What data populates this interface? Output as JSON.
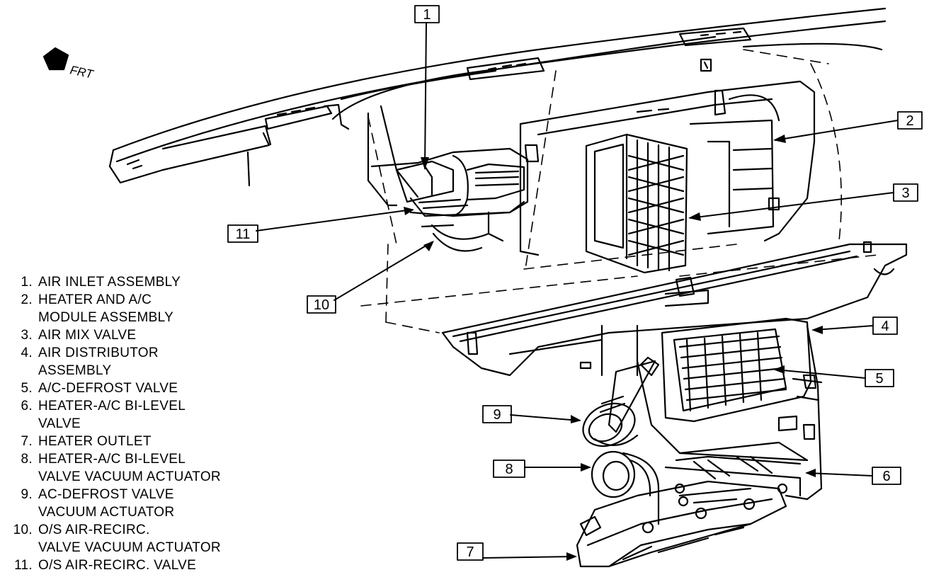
{
  "direction_label": "FRT",
  "callouts": [
    "1",
    "2",
    "3",
    "4",
    "5",
    "6",
    "7",
    "8",
    "9",
    "10",
    "11"
  ],
  "legend": [
    {
      "num": "1.",
      "text": "AIR INLET ASSEMBLY"
    },
    {
      "num": "2.",
      "text": "HEATER AND A/C\nMODULE ASSEMBLY"
    },
    {
      "num": "3.",
      "text": "AIR MIX VALVE"
    },
    {
      "num": "4.",
      "text": "AIR DISTRIBUTOR\nASSEMBLY"
    },
    {
      "num": "5.",
      "text": "A/C-DEFROST VALVE"
    },
    {
      "num": "6.",
      "text": "HEATER-A/C BI-LEVEL\nVALVE"
    },
    {
      "num": "7.",
      "text": "HEATER OUTLET"
    },
    {
      "num": "8.",
      "text": "HEATER-A/C BI-LEVEL\nVALVE VACUUM ACTUATOR"
    },
    {
      "num": "9.",
      "text": "AC-DEFROST VALVE\nVACUUM ACTUATOR"
    },
    {
      "num": "10.",
      "text": "O/S AIR-RECIRC.\nVALVE VACUUM ACTUATOR"
    },
    {
      "num": "11.",
      "text": "O/S AIR-RECIRC. VALVE"
    }
  ]
}
